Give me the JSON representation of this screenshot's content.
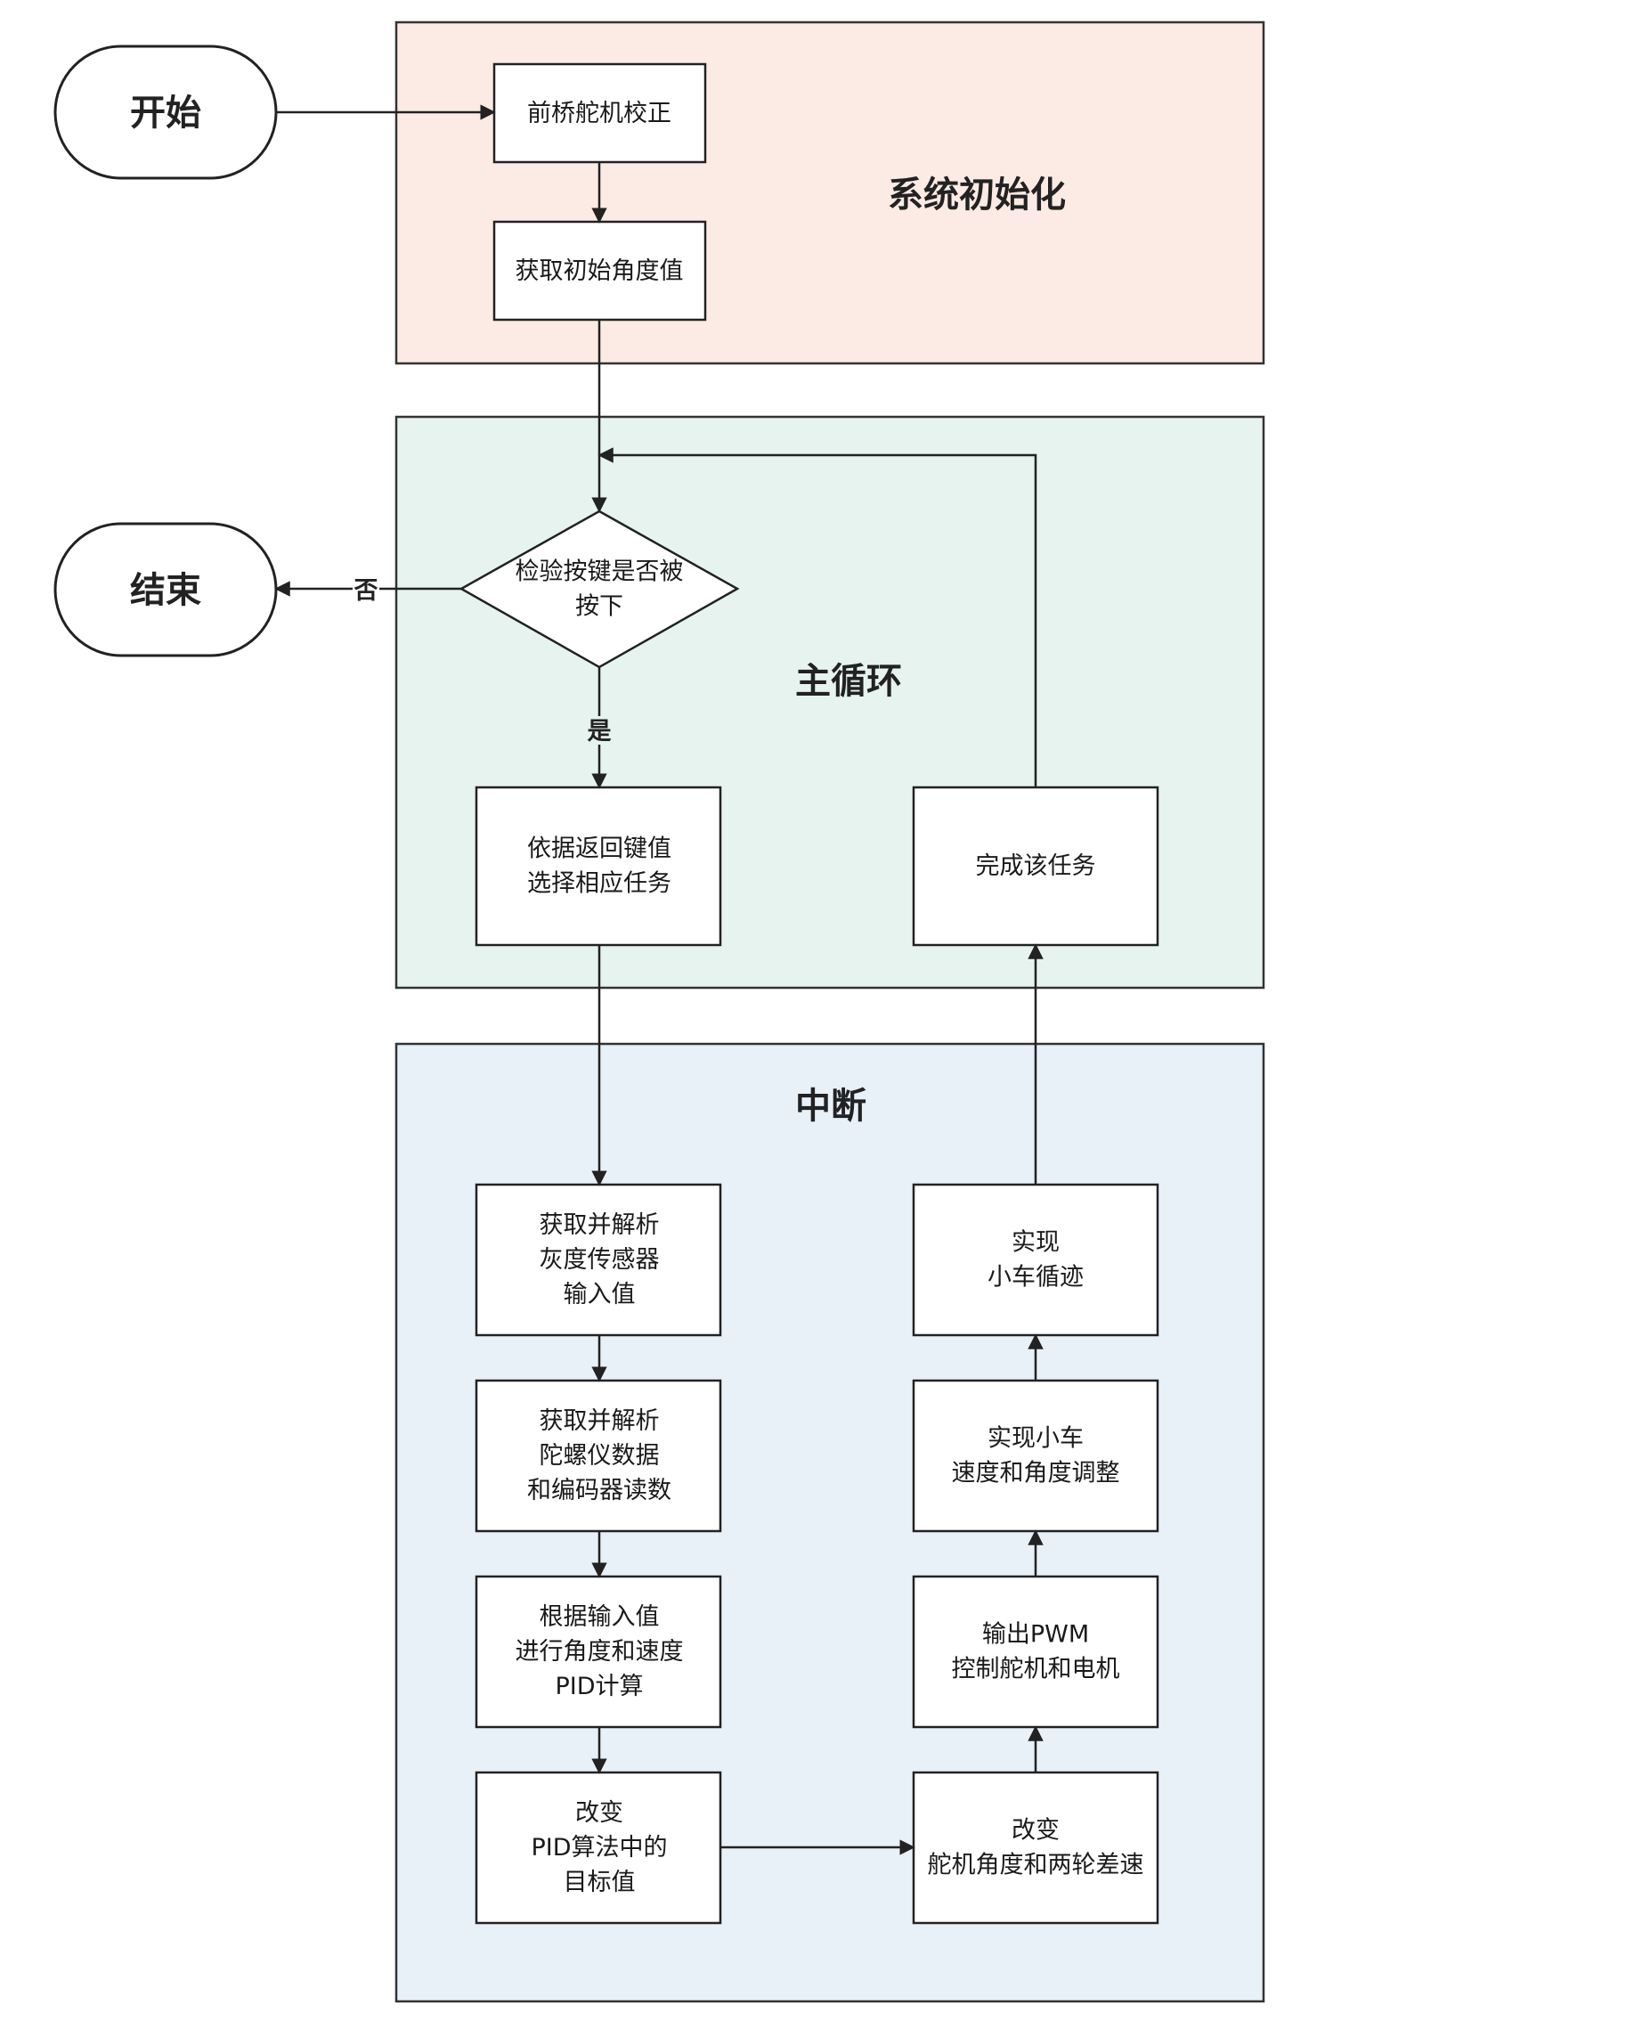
{
  "colors": {
    "init_zone": "#fcebe4",
    "loop_zone": "#e6f3ee",
    "interrupt_zone": "#e8f0f8",
    "stroke": "#222222"
  },
  "zones": {
    "init": "系统初始化",
    "loop": "主循环",
    "interrupt": "中断"
  },
  "terminals": {
    "start": "开始",
    "end": "结束"
  },
  "nodes": {
    "servo_calibrate": [
      "前桥舵机校正"
    ],
    "get_initial_angle": [
      "获取初始角度值"
    ],
    "check_button": [
      "检验按键是否被",
      "按下"
    ],
    "select_task": [
      "依据返回键值",
      "选择相应任务"
    ],
    "complete_task": [
      "完成该任务"
    ],
    "parse_gray": [
      "获取并解析",
      "灰度传感器",
      "输入值"
    ],
    "parse_gyro": [
      "获取并解析",
      "陀螺仪数据",
      "和编码器读数"
    ],
    "pid_compute": [
      "根据输入值",
      "进行角度和速度",
      "PID计算"
    ],
    "change_target": [
      "改变",
      "PID算法中的",
      "目标值"
    ],
    "change_servo": [
      "改变",
      "舵机角度和两轮差速"
    ],
    "output_pwm": [
      "输出PWM",
      "控制舵机和电机"
    ],
    "speed_angle_adjust": [
      "实现小车",
      "速度和角度调整"
    ],
    "line_follow": [
      "实现",
      "小车循迹"
    ]
  },
  "edge_labels": {
    "no": "否",
    "yes": "是"
  }
}
